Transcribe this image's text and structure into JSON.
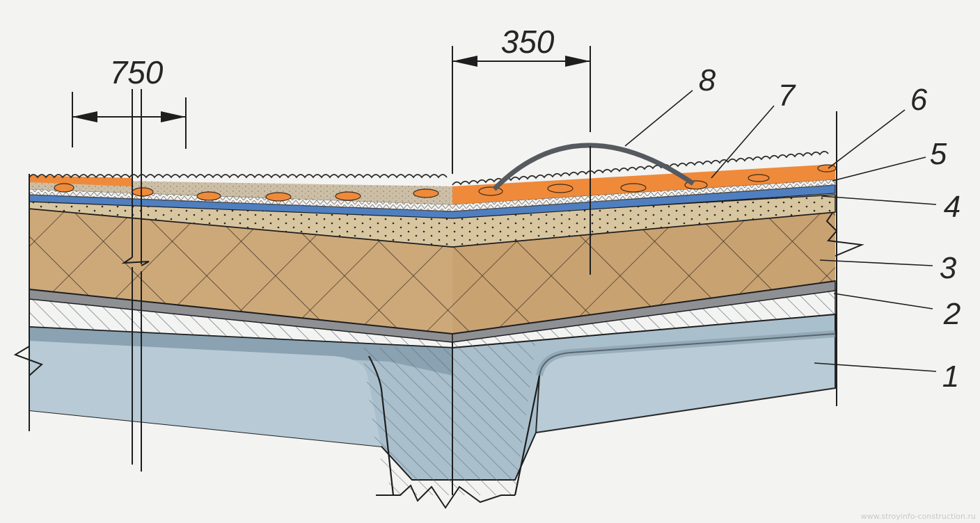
{
  "dimensions": [
    {
      "id": "d750",
      "text": "750"
    },
    {
      "id": "d350",
      "text": "350"
    }
  ],
  "callouts": [
    {
      "id": "c1",
      "text": "1"
    },
    {
      "id": "c2",
      "text": "2"
    },
    {
      "id": "c3",
      "text": "3"
    },
    {
      "id": "c4",
      "text": "4"
    },
    {
      "id": "c5",
      "text": "5"
    },
    {
      "id": "c6",
      "text": "6"
    },
    {
      "id": "c7",
      "text": "7"
    },
    {
      "id": "c8",
      "text": "8"
    }
  ],
  "watermark": "www.stroyinfo-construction.ru",
  "colors": {
    "background": "#f3f3f2",
    "concrete_panel": "#a9bfcc",
    "concrete_rib": "#9fb6c3",
    "vapor_barrier": "#8e9094",
    "insulation": "#cda97a",
    "leveling_screed": "#d8c6a0",
    "membrane": "#4f7fc0",
    "topping": "#cdbfa6",
    "orange_layer": "#ef8a3a",
    "lines": "#1e1e1e"
  }
}
